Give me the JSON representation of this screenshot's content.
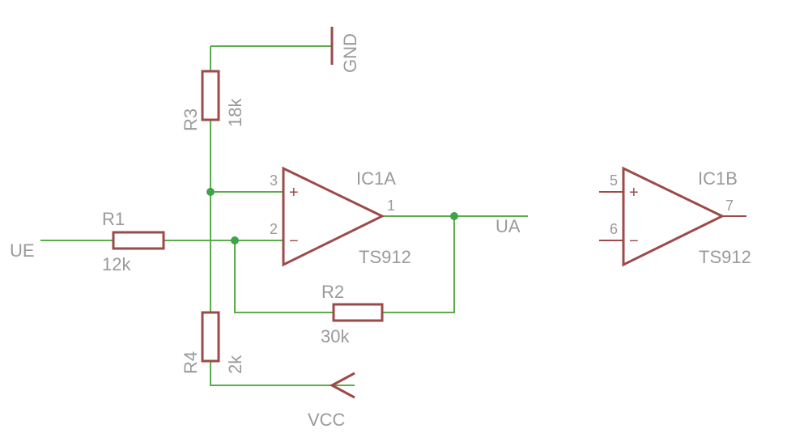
{
  "nets": {
    "ue": "UE",
    "ua": "UA",
    "gnd": "GND",
    "vcc": "VCC"
  },
  "components": {
    "r1": {
      "name": "R1",
      "value": "12k"
    },
    "r2": {
      "name": "R2",
      "value": "30k"
    },
    "r3": {
      "name": "R3",
      "value": "18k"
    },
    "r4": {
      "name": "R4",
      "value": "2k"
    },
    "ic1a": {
      "name": "IC1A",
      "part": "TS912",
      "pin_plus": "3",
      "pin_minus": "2",
      "pin_out": "1",
      "plus_sign": "+",
      "minus_sign": "−"
    },
    "ic1b": {
      "name": "IC1B",
      "part": "TS912",
      "pin_plus": "5",
      "pin_minus": "6",
      "pin_out": "7",
      "plus_sign": "+",
      "minus_sign": "−"
    }
  },
  "colors": {
    "wire": "#5aad4a",
    "component": "#9c4a4a",
    "junction": "#3fa34a",
    "label": "#9a9a9a"
  }
}
